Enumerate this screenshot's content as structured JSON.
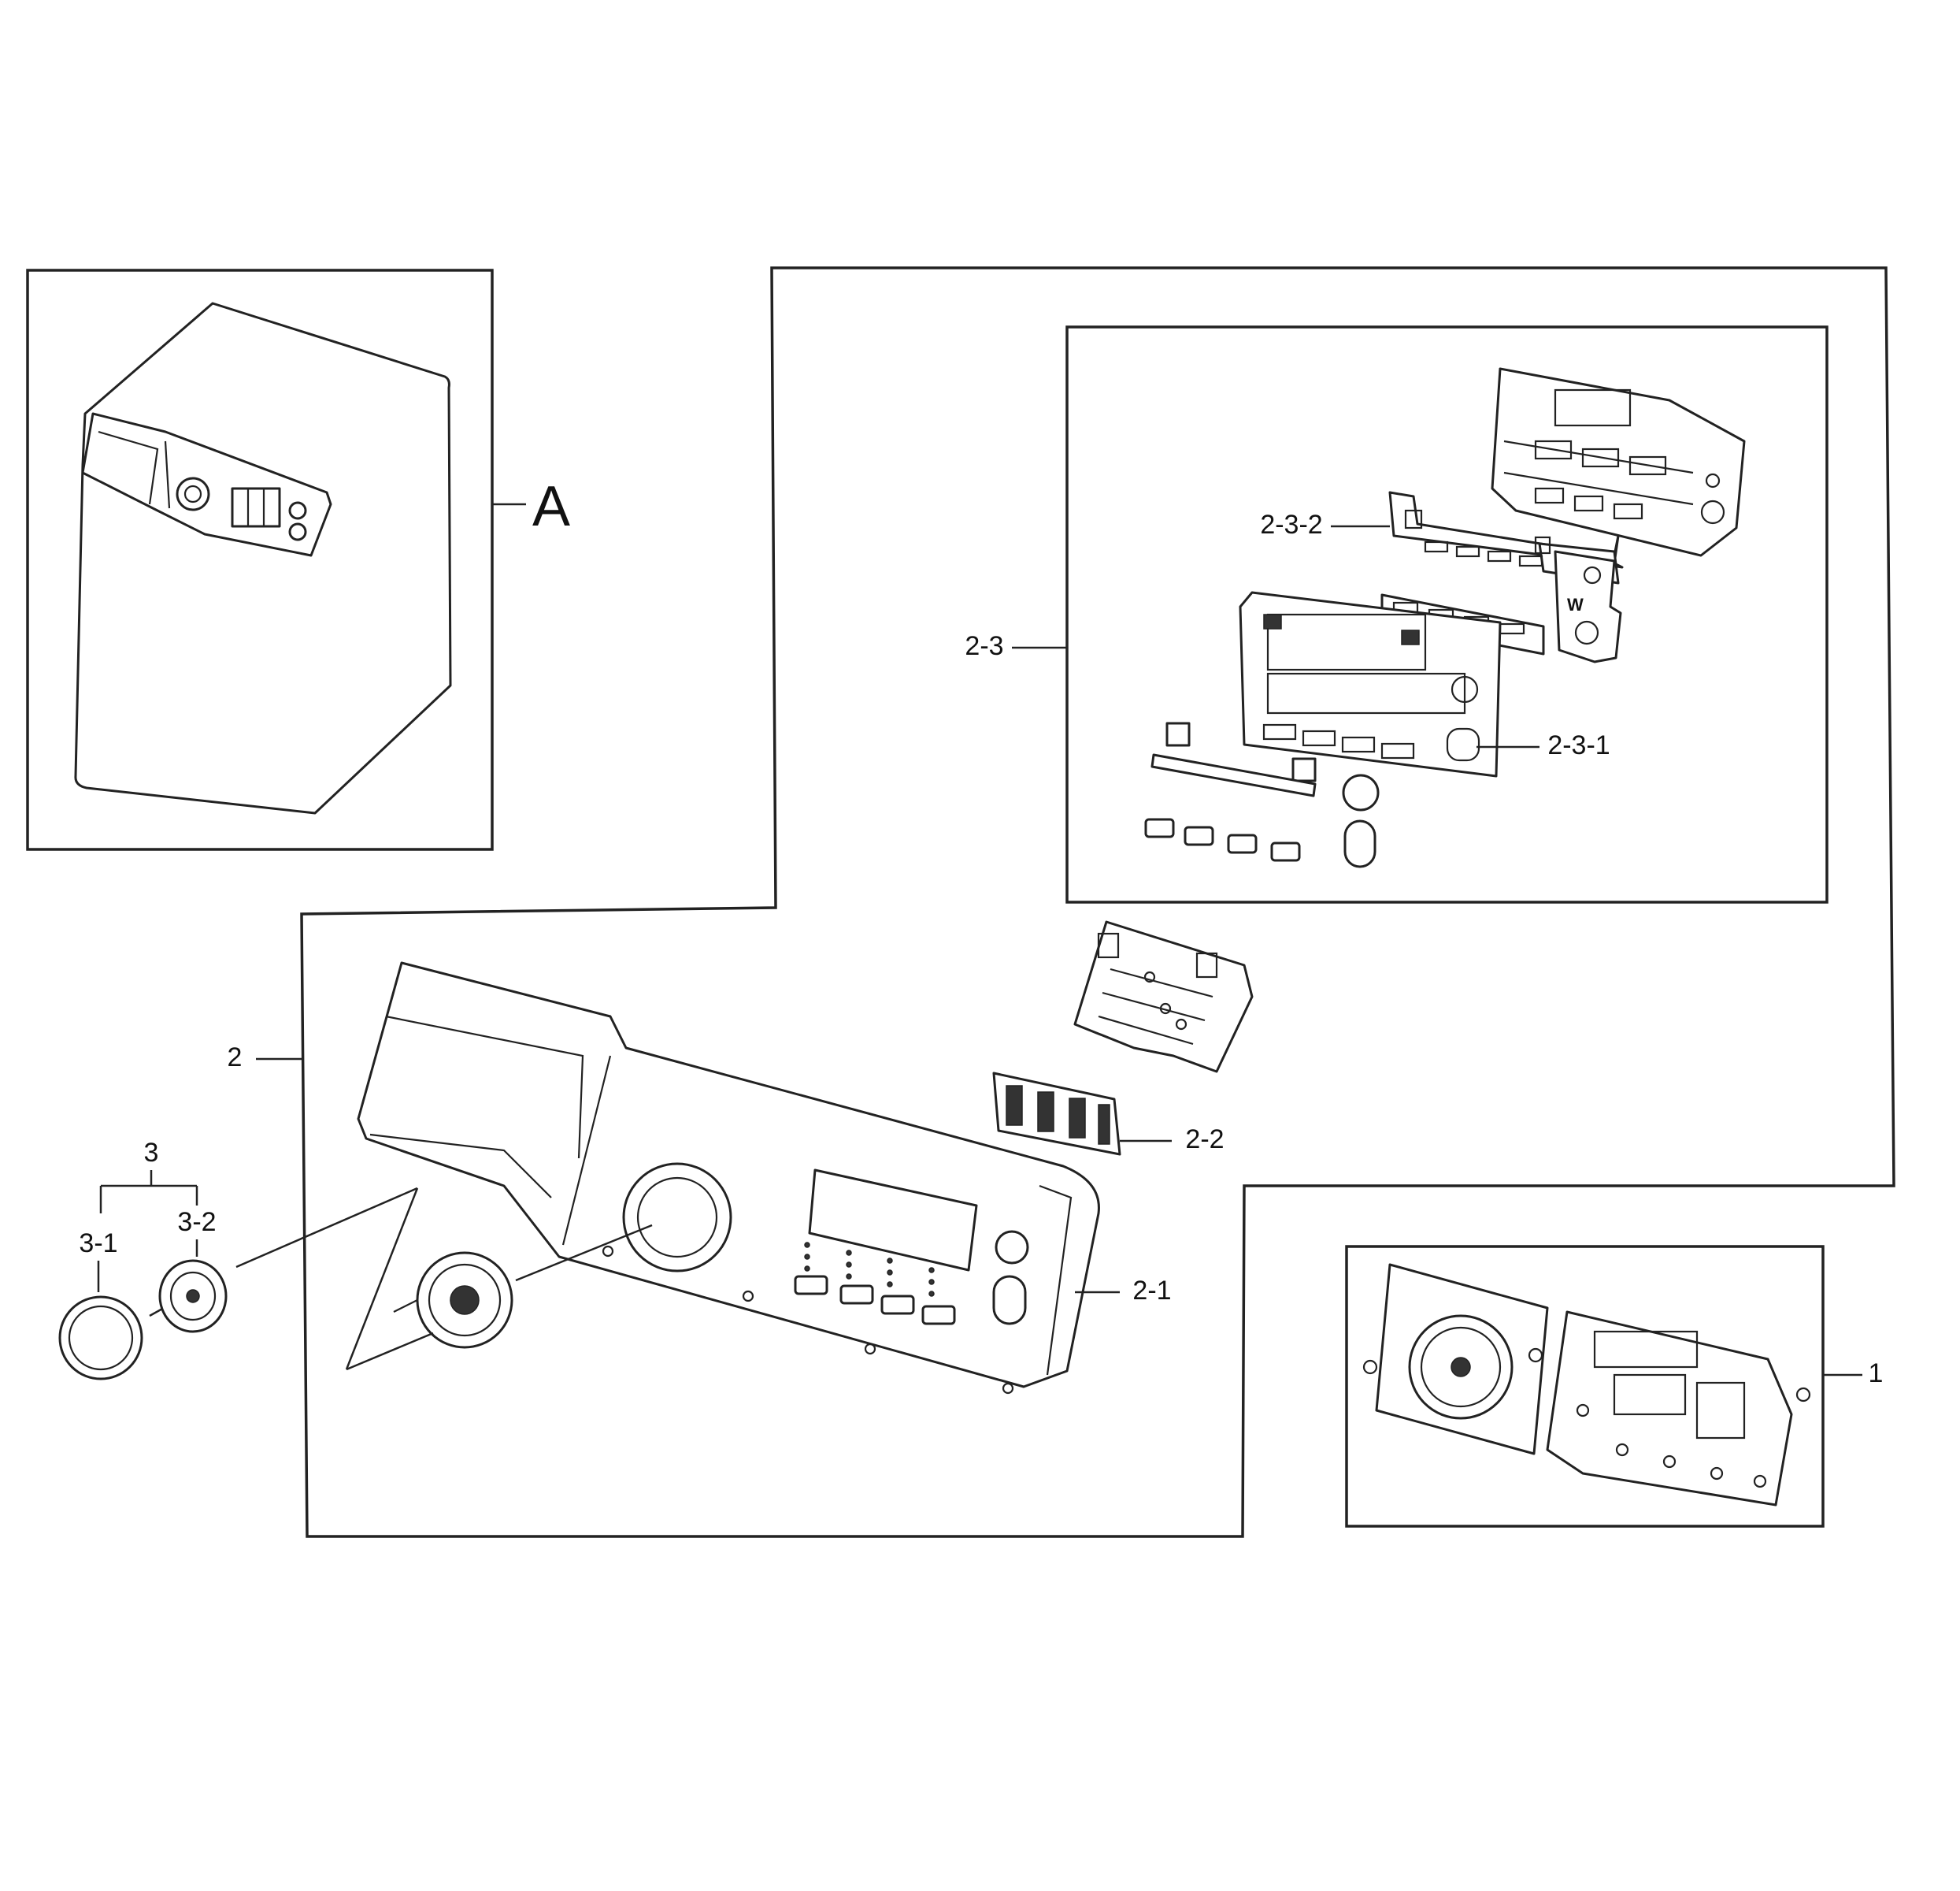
{
  "labels": {
    "A": "A",
    "L1": "1",
    "L2": "2",
    "L2_1": "2-1",
    "L2_2": "2-2",
    "L2_3": "2-3",
    "L2_3_1": "2-3-1",
    "L2_3_2": "2-3-2",
    "L3": "3",
    "L3_1": "3-1",
    "L3_2": "3-2"
  },
  "colors": {
    "line": "#222222",
    "background": "#ffffff"
  }
}
